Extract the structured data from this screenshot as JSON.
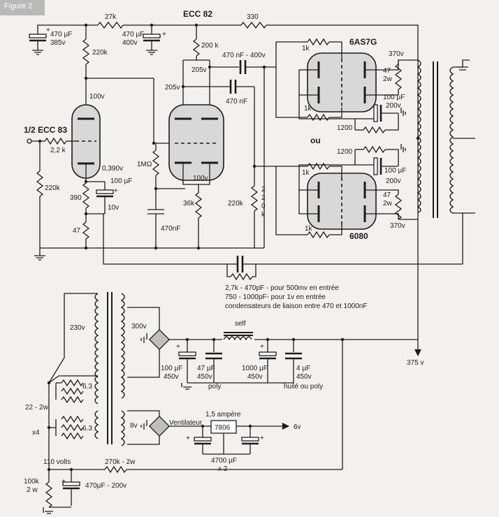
{
  "figure_label": "Figure 2",
  "tube_labels": {
    "ecc82": "ECC 82",
    "ecc83": "1/2 ECC 83",
    "pa1": "6AS7G",
    "pa2": "6080",
    "or": "ou"
  },
  "components": {
    "r_27k": "27k",
    "r_330": "330",
    "c_in_a": "470 µF",
    "c_in_b": "385v",
    "c_mid_a": "470 µF",
    "c_mid_b": "400v",
    "r_220k_a": "220k",
    "r_200k": "200 k",
    "v_100": "100v",
    "v_205a": "205v",
    "v_205b": "205v",
    "c_470nf_400v": "470 nF - 400v",
    "c_470nf": "470 nF",
    "r_22k": "2,2 k",
    "v_0390": "0,390v",
    "r_1m": "1MΩ",
    "r_220k_b": "220k",
    "r_390": "390",
    "c_100uf": "100 µF",
    "v_10": "10v",
    "v_100b": "100v",
    "r_36k": "36k",
    "r_47": "47",
    "c_470nf_b": "470nF",
    "r_220k_c": "220k",
    "r_220k_v": [
      "2",
      "2",
      "0",
      "k"
    ],
    "r_1k_a": "1k",
    "r_1k_b": "1k",
    "r_1k_c": "1k",
    "r_1k_d": "1k",
    "v_370a": "370v",
    "v_370b": "370v",
    "r_47_2w_a": "47",
    "w2a": "2w",
    "r_47_2w_b": "47",
    "w2b": "2w",
    "c_100uf_200v_a": "100 µF",
    "v_200a": "200v",
    "c_100uf_200v_b": "100 µF",
    "v_200b": "200v",
    "r_1200a": "1200",
    "r_1200b": "1200"
  },
  "notes": [
    "2,7k - 470pF - pour 500mv en entrée",
    "750 - 1000pF- pour 1v en entrée",
    "condensateurs de liaison entre 470 et 1000nF"
  ],
  "power_supply": {
    "v_230": "230v",
    "v_300": "300v",
    "self": "self",
    "v_375": "375 v",
    "c1a": "100 µF",
    "c1b": "450v",
    "c2a": "47 µF",
    "c2b": "450v",
    "c2c": "poly",
    "c3a": "1000 µF",
    "c3b": "450v",
    "c4a": "4 µF",
    "c4b": "450v",
    "c4c": "huilé ou poly",
    "r_63a": "6.3",
    "r_63b": "6.3",
    "r_22_2w": "22 - 2w",
    "x4": "x4",
    "v_8": "8v",
    "fan": "Ventilateur",
    "amps": "1,5 ampère",
    "reg": "7806",
    "v_6": "6v",
    "c_4700a": "4700 µF",
    "c_4700b": "x 2",
    "v_110": "110 volts",
    "r_270k": "270k - 2w",
    "r_100k": "100k",
    "w2c": "2 w",
    "c_470_200v": "470µF - 200v"
  }
}
